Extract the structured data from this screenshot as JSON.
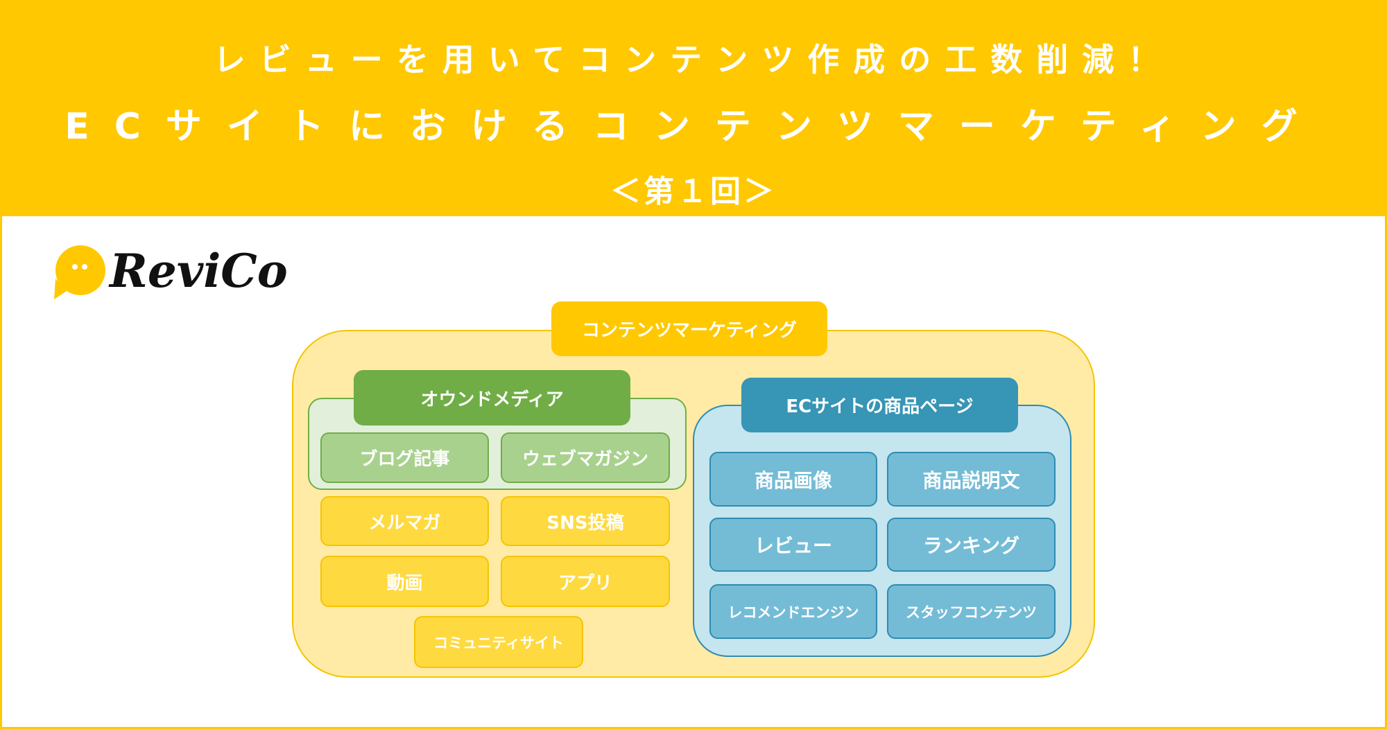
{
  "header": {
    "line1": "レビューを用いてコンテンツ作成の工数削減！",
    "line2": "ECサイトにおけるコンテンツマーケティング",
    "line3": "＜第１回＞"
  },
  "logo": {
    "text": "ReviCo"
  },
  "diagram": {
    "root": "コンテンツマーケティング",
    "owned_media": {
      "title": "オウンドメディア",
      "items": [
        "ブログ記事",
        "ウェブマガジン"
      ]
    },
    "other": [
      "メルマガ",
      "SNS投稿",
      "動画",
      "アプリ",
      "コミュニティサイト"
    ],
    "ec": {
      "title": "ECサイトの商品ページ",
      "items": [
        "商品画像",
        "商品説明文",
        "レビュー",
        "ランキング",
        "レコメンドエンジン",
        "スタッフコンテンツ"
      ]
    }
  },
  "colors": {
    "brand": "#FFC800",
    "green": "#70AD47",
    "blue": "#3795B5"
  }
}
